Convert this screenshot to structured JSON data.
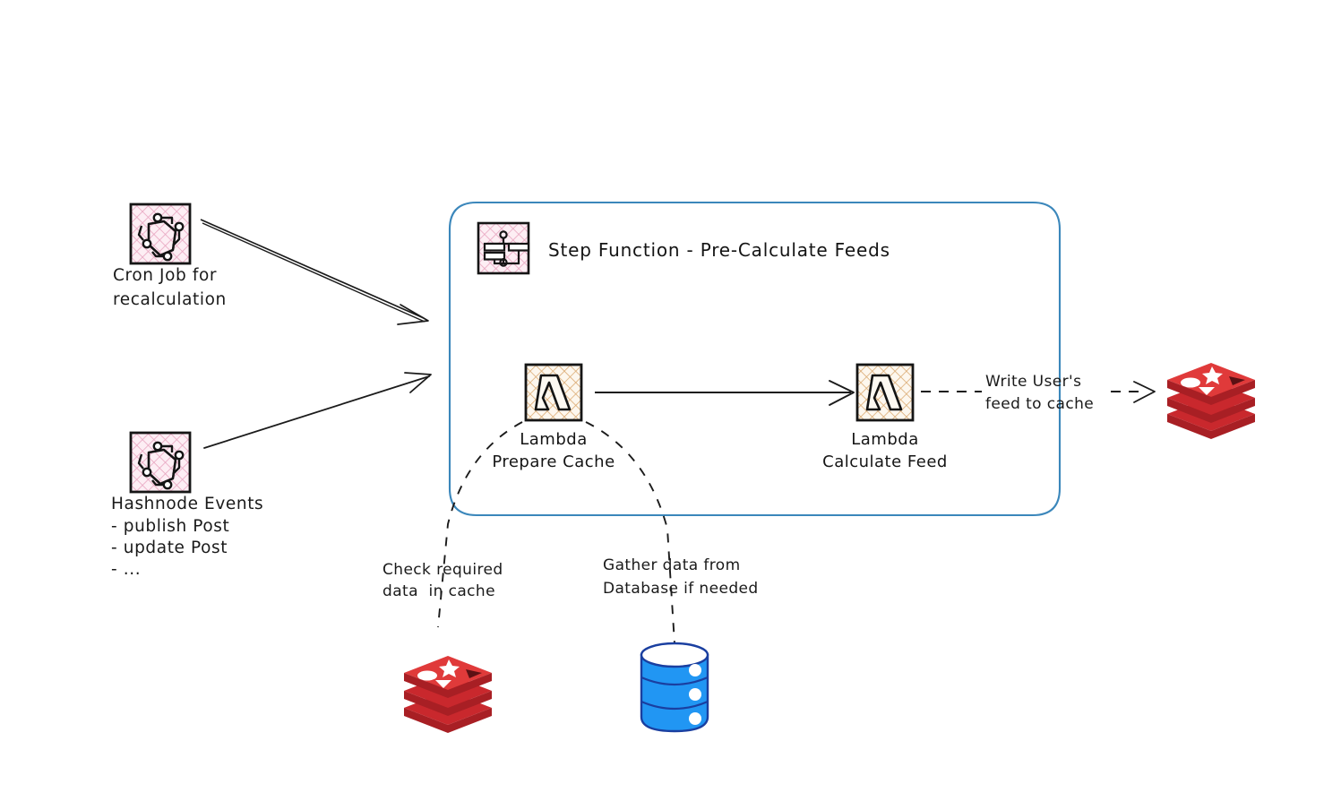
{
  "diagram": {
    "title": "Pre-Calculate Feeds architecture",
    "background": "#ffffff"
  },
  "colors": {
    "container_border": "#3b87bb",
    "eventbridge_bg": "#fdeef4",
    "eventbridge_hatch": "#e9a8c2",
    "lambda_bg": "#fdf6ec",
    "lambda_hatch": "#d8a46a",
    "redis_red": "#c9282d",
    "redis_red_light": "#e03a3a",
    "database_blue": "#2196f3",
    "database_blue_dark": "#1565c0",
    "ink": "#1a1a1a"
  },
  "sources": {
    "cron": {
      "icon": "eventbridge-icon",
      "label_lines": [
        "Cron Job for",
        "recalculation"
      ]
    },
    "hashnode": {
      "icon": "eventbridge-icon",
      "label_lines": [
        "Hashnode Events",
        "- publish Post",
        "- update Post",
        "- ..."
      ]
    }
  },
  "container": {
    "icon": "step-function-icon",
    "title": "Step Function - Pre-Calculate Feeds"
  },
  "nodes": {
    "lambda_prepare": {
      "icon": "lambda-icon",
      "label_lines": [
        "Lambda",
        "Prepare Cache"
      ]
    },
    "lambda_calculate": {
      "icon": "lambda-icon",
      "label_lines": [
        "Lambda",
        "Calculate Feed"
      ]
    },
    "cache_right": {
      "icon": "redis-icon",
      "label": ""
    },
    "cache_bottom": {
      "icon": "redis-icon",
      "label": ""
    },
    "database": {
      "icon": "database-icon",
      "label": ""
    }
  },
  "edges": {
    "write_to_cache": {
      "label_lines": [
        "Write User's",
        "feed to cache"
      ],
      "style": "dashed"
    },
    "check_cache": {
      "label_lines": [
        "Check required",
        "data  in cache"
      ],
      "style": "dashed"
    },
    "gather_db": {
      "label_lines": [
        "Gather data from",
        "Database if needed"
      ],
      "style": "dashed"
    },
    "cron_to_container": {
      "label": "",
      "style": "solid"
    },
    "hashnode_to_container": {
      "label": "",
      "style": "solid"
    },
    "lambda_to_lambda": {
      "label": "",
      "style": "solid"
    }
  }
}
